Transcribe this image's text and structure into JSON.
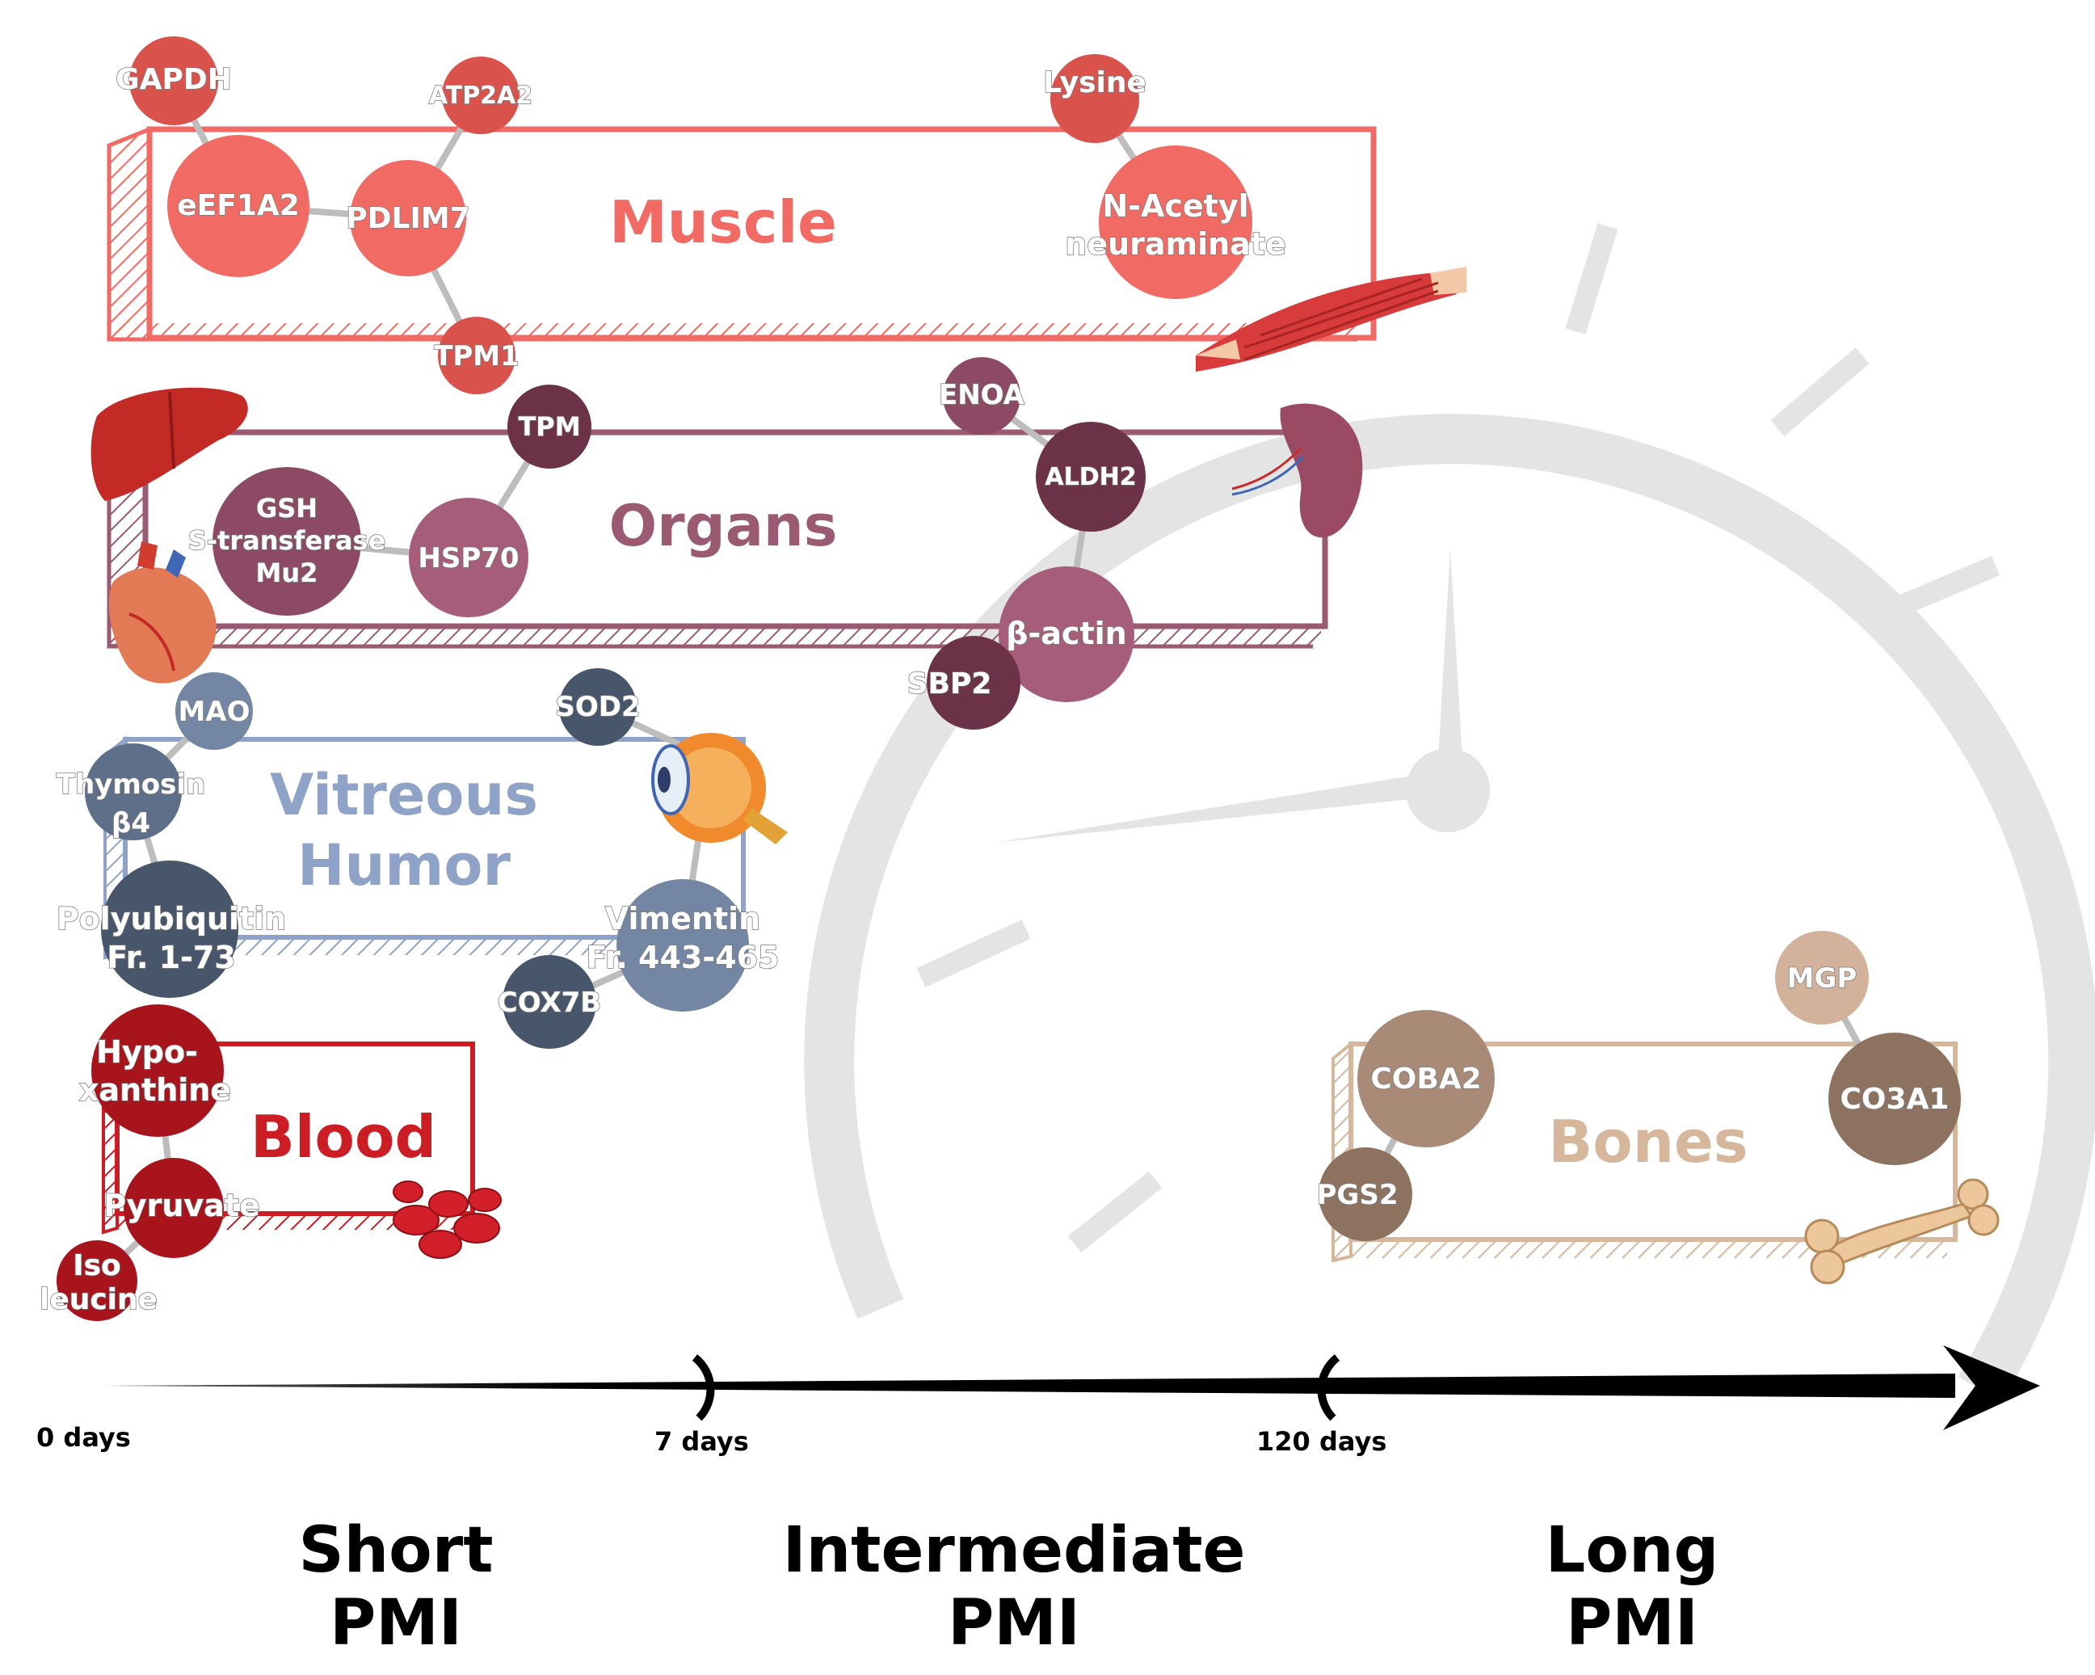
{
  "groups": {
    "muscle": {
      "title": "Muscle",
      "color": "#f26a64"
    },
    "organs": {
      "title": "Organs",
      "color": "#9a5a72"
    },
    "vitreous": {
      "title_line1": "Vitreous",
      "title_line2": "Humor",
      "color": "#8fa3c8"
    },
    "blood": {
      "title": "Blood",
      "color": "#cc1c24"
    },
    "bones": {
      "title": "Bones",
      "color": "#d7b79b"
    }
  },
  "markers": {
    "gapdh": "GAPDH",
    "atp2a2": "ATP2A2",
    "eef1a2": "eEF1A2",
    "pdlim7": "PDLIM7",
    "tpm1": "TPM1",
    "lysine": "Lysine",
    "nacetyl_1": "N-Acetyl",
    "nacetyl_2": "neuraminate",
    "tpm": "TPM",
    "gsh_1": "GSH",
    "gsh_2": "S-transferase",
    "gsh_3": "Mu2",
    "hsp70": "HSP70",
    "enoa": "ENOA",
    "aldh2": "ALDH2",
    "bactin": "β-actin",
    "sbp2": "SBP2",
    "mao": "MAO",
    "thymosin_1": "Thymosin",
    "thymosin_2": "β4",
    "polyub_1": "Polyubiquitin",
    "polyub_2": "Fr. 1-73",
    "sod2": "SOD2",
    "vimentin_1": "Vimentin",
    "vimentin_2": "Fr. 443-465",
    "cox7b": "COX7B",
    "hypox_1": "Hypo-",
    "hypox_2": "xanthine",
    "pyruvate": "Pyruvate",
    "iso_1": "Iso",
    "iso_2": "leucine",
    "mgp": "MGP",
    "coba2": "COBA2",
    "co3a1": "CO3A1",
    "pgs2": "PGS2"
  },
  "timeline": {
    "tick_0": "0 days",
    "tick_7": "7 days",
    "tick_120": "120 days"
  },
  "phases": {
    "short_1": "Short",
    "short_2": "PMI",
    "intermediate_1": "Intermediate",
    "intermediate_2": "PMI",
    "long_1": "Long",
    "long_2": "PMI"
  },
  "colors": {
    "muscle_node": "#f26a64",
    "muscle_node_dark": "#d9524c",
    "organ_node_light": "#a65d7a",
    "organ_node_mid": "#8c4a64",
    "organ_node_dark": "#6b3248",
    "vitreous_node": "#5e6f8a",
    "vitreous_node_dark": "#48566c",
    "vitreous_node_light": "#7387a5",
    "blood_node": "#a8141c",
    "bone_node": "#a88a76",
    "bone_node_light": "#d2b29a",
    "clock": "#e4e4e4"
  }
}
